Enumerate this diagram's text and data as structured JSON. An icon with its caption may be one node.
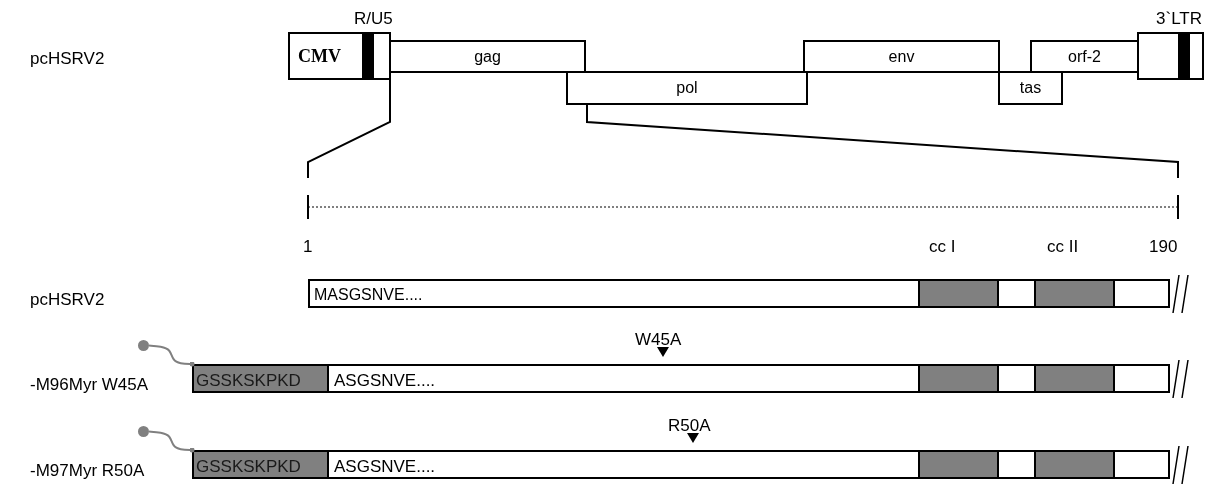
{
  "diagram": {
    "nodes": [
      {
        "text": [
          "R/U5",
          "CMV"
        ]
      },
      {
        "text": [
          "gag"
        ]
      },
      {
        "text": [
          "pol"
        ]
      },
      {
        "text": [
          "env"
        ]
      },
      {
        "text": [
          "tas"
        ]
      },
      {
        "text": [
          "orf-2"
        ]
      },
      {
        "text": [
          "3`LTR"
        ]
      },
      {
        "text": [
          "MASGSNVE...."
        ]
      },
      {
        "text": [],
        "shape": "box",
        "in": 7
      },
      {
        "text": [],
        "shape": "box",
        "in": 7
      },
      {
        "text": [
          "ASGSNVE...."
        ]
      },
      {
        "text": [
          "GSSKSKPKD"
        ],
        "in": 10
      },
      {
        "text": [],
        "shape": "box",
        "in": 10
      },
      {
        "text": [],
        "shape": "box",
        "in": 10
      },
      {
        "text": [
          "ASGSNVE...."
        ]
      },
      {
        "text": [
          "GSSKSKPKD"
        ],
        "in": 14
      },
      {
        "text": [],
        "shape": "box",
        "in": 14
      },
      {
        "text": [],
        "shape": "box",
        "in": 14
      },
      {
        "text": [],
        "shape": "circle"
      },
      {
        "text": [],
        "shape": "circle"
      }
    ],
    "edges": [
      {
        "from": 18,
        "to": 11,
        "arrow": "other"
      },
      {
        "from": 19,
        "to": 15,
        "arrow": "other"
      }
    ],
    "labels": [
      "pcHSRV2",
      "1",
      "cc I",
      "cc II",
      "190",
      "pcHSRV2",
      "W45A",
      "-M96Myr W45A",
      "R50A",
      "-M97Myr R50A"
    ]
  }
}
